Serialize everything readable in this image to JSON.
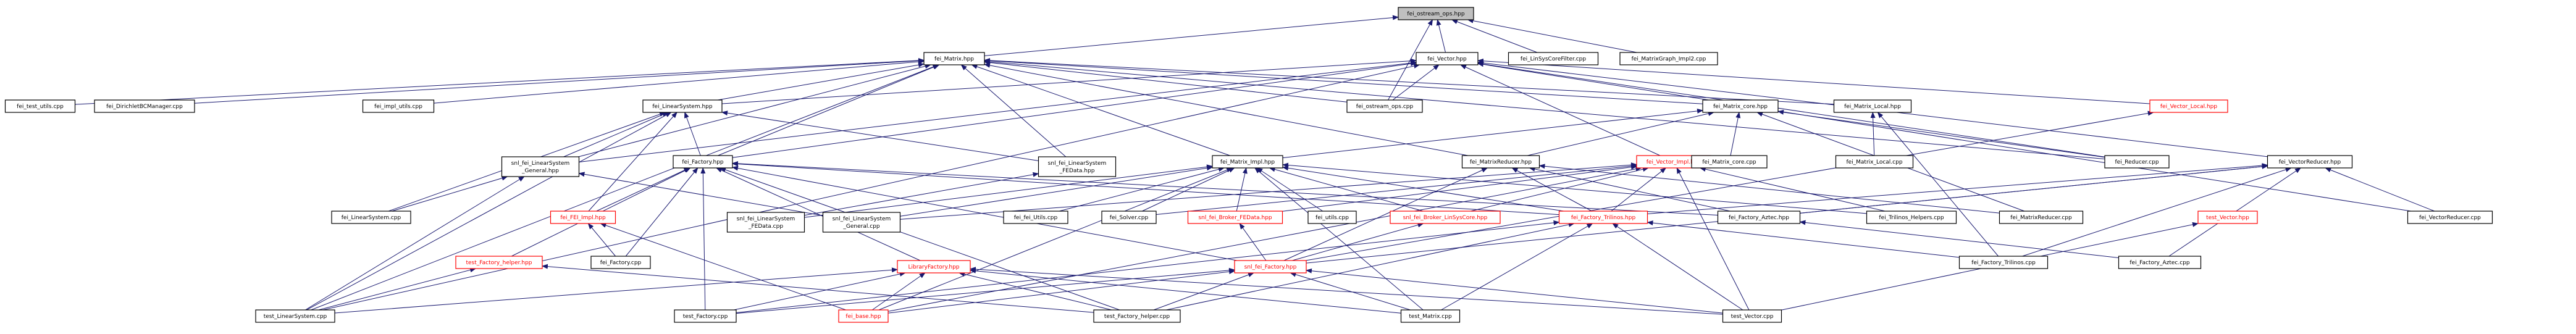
{
  "graph": {
    "nodes": [
      {
        "id": "fei_ostream_ops_hpp",
        "lines": [
          "fei_ostream_ops.hpp"
        ],
        "root": true
      },
      {
        "id": "fei_Matrix_hpp",
        "lines": [
          "fei_Matrix.hpp"
        ]
      },
      {
        "id": "fei_Vector_hpp",
        "lines": [
          "fei_Vector.hpp"
        ]
      },
      {
        "id": "fei_LinSysCoreFilter_cpp",
        "lines": [
          "fei_LinSysCoreFilter.cpp"
        ]
      },
      {
        "id": "fei_MatrixGraph_Impl2_cpp",
        "lines": [
          "fei_MatrixGraph_Impl2.cpp"
        ]
      },
      {
        "id": "fei_test_utils_cpp",
        "lines": [
          "fei_test_utils.cpp"
        ]
      },
      {
        "id": "fei_DirichletBCManager_cpp",
        "lines": [
          "fei_DirichletBCManager.cpp"
        ]
      },
      {
        "id": "fei_impl_utils_cpp",
        "lines": [
          "fei_impl_utils.cpp"
        ]
      },
      {
        "id": "fei_LinearSystem_hpp",
        "lines": [
          "fei_LinearSystem.hpp"
        ]
      },
      {
        "id": "fei_ostream_ops_cpp",
        "lines": [
          "fei_ostream_ops.cpp"
        ]
      },
      {
        "id": "fei_Matrix_core_hpp",
        "lines": [
          "fei_Matrix_core.hpp"
        ]
      },
      {
        "id": "fei_Matrix_Local_hpp",
        "lines": [
          "fei_Matrix_Local.hpp"
        ]
      },
      {
        "id": "fei_Vector_Local_hpp",
        "lines": [
          "fei_Vector_Local.hpp"
        ],
        "red": true
      },
      {
        "id": "snl_fei_LinearSystem_General_hpp",
        "lines": [
          "snl_fei_LinearSystem",
          "_General.hpp"
        ]
      },
      {
        "id": "fei_Factory_hpp",
        "lines": [
          "fei_Factory.hpp"
        ]
      },
      {
        "id": "snl_fei_LinearSystem_FEData_hpp",
        "lines": [
          "snl_fei_LinearSystem",
          "_FEData.hpp"
        ]
      },
      {
        "id": "fei_Matrix_Impl_hpp",
        "lines": [
          "fei_Matrix_Impl.hpp"
        ]
      },
      {
        "id": "fei_MatrixReducer_hpp",
        "lines": [
          "fei_MatrixReducer.hpp"
        ]
      },
      {
        "id": "fei_Vector_Impl_hpp",
        "lines": [
          "fei_Vector_Impl.hpp"
        ],
        "red": true
      },
      {
        "id": "fei_Matrix_core_cpp",
        "lines": [
          "fei_Matrix_core.cpp"
        ]
      },
      {
        "id": "fei_Matrix_Local_cpp",
        "lines": [
          "fei_Matrix_Local.cpp"
        ]
      },
      {
        "id": "fei_Reducer_cpp",
        "lines": [
          "fei_Reducer.cpp"
        ]
      },
      {
        "id": "fei_VectorReducer_hpp",
        "lines": [
          "fei_VectorReducer.hpp"
        ]
      },
      {
        "id": "fei_LinearSystem_cpp",
        "lines": [
          "fei_LinearSystem.cpp"
        ]
      },
      {
        "id": "fei_FEI_Impl_hpp",
        "lines": [
          "fei_FEI_Impl.hpp"
        ],
        "red": true
      },
      {
        "id": "snl_fei_LinearSystem_FEData_cpp",
        "lines": [
          "snl_fei_LinearSystem",
          "_FEData.cpp"
        ]
      },
      {
        "id": "snl_fei_LinearSystem_General_cpp",
        "lines": [
          "snl_fei_LinearSystem",
          "_General.cpp"
        ]
      },
      {
        "id": "fei_fei_Utils_cpp",
        "lines": [
          "fei_fei_Utils.cpp"
        ]
      },
      {
        "id": "fei_Solver_cpp",
        "lines": [
          "fei_Solver.cpp"
        ]
      },
      {
        "id": "snl_fei_Broker_FEData_hpp",
        "lines": [
          "snl_fei_Broker_FEData.hpp"
        ],
        "red": true
      },
      {
        "id": "fei_utils_cpp",
        "lines": [
          "fei_utils.cpp"
        ]
      },
      {
        "id": "snl_fei_Broker_LinSysCore_hpp",
        "lines": [
          "snl_fei_Broker_LinSysCore.hpp"
        ],
        "red": true
      },
      {
        "id": "fei_Factory_Trilinos_hpp",
        "lines": [
          "fei_Factory_Trilinos.hpp"
        ],
        "red": true
      },
      {
        "id": "fei_Factory_Aztec_hpp",
        "lines": [
          "fei_Factory_Aztec.hpp"
        ]
      },
      {
        "id": "fei_Trilinos_Helpers_cpp",
        "lines": [
          "fei_Trilinos_Helpers.cpp"
        ]
      },
      {
        "id": "fei_MatrixReducer_cpp",
        "lines": [
          "fei_MatrixReducer.cpp"
        ]
      },
      {
        "id": "test_Vector_hpp",
        "lines": [
          "test_Vector.hpp"
        ],
        "red": true
      },
      {
        "id": "fei_VectorReducer_cpp",
        "lines": [
          "fei_VectorReducer.cpp"
        ]
      },
      {
        "id": "test_Factory_helper_hpp",
        "lines": [
          "test_Factory_helper.hpp"
        ],
        "red": true
      },
      {
        "id": "fei_Factory_cpp",
        "lines": [
          "fei_Factory.cpp"
        ]
      },
      {
        "id": "LibraryFactory_hpp",
        "lines": [
          "LibraryFactory.hpp"
        ],
        "red": true
      },
      {
        "id": "fei_Factory_Trilinos_cpp",
        "lines": [
          "fei_Factory_Trilinos.cpp"
        ]
      },
      {
        "id": "fei_Factory_Aztec_cpp",
        "lines": [
          "fei_Factory_Aztec.cpp"
        ]
      },
      {
        "id": "snl_fei_Factory_hpp",
        "lines": [
          "snl_fei_Factory.hpp"
        ],
        "red": true
      },
      {
        "id": "test_LinearSystem_cpp",
        "lines": [
          "test_LinearSystem.cpp"
        ]
      },
      {
        "id": "test_Factory_cpp",
        "lines": [
          "test_Factory.cpp"
        ]
      },
      {
        "id": "fei_base_hpp",
        "lines": [
          "fei_base.hpp"
        ],
        "red": true
      },
      {
        "id": "test_Factory_helper_cpp",
        "lines": [
          "test_Factory_helper.cpp"
        ]
      },
      {
        "id": "test_Matrix_cpp",
        "lines": [
          "test_Matrix.cpp"
        ]
      },
      {
        "id": "test_Vector_cpp",
        "lines": [
          "test_Vector.cpp"
        ]
      }
    ],
    "edges": [
      [
        "fei_Matrix_hpp",
        "fei_ostream_ops_hpp"
      ],
      [
        "fei_Vector_hpp",
        "fei_ostream_ops_hpp"
      ],
      [
        "fei_LinSysCoreFilter_cpp",
        "fei_ostream_ops_hpp"
      ],
      [
        "fei_MatrixGraph_Impl2_cpp",
        "fei_ostream_ops_hpp"
      ],
      [
        "fei_ostream_ops_cpp",
        "fei_ostream_ops_hpp"
      ],
      [
        "fei_test_utils_cpp",
        "fei_Matrix_hpp"
      ],
      [
        "fei_DirichletBCManager_cpp",
        "fei_Matrix_hpp"
      ],
      [
        "fei_impl_utils_cpp",
        "fei_Matrix_hpp"
      ],
      [
        "fei_LinearSystem_hpp",
        "fei_Matrix_hpp"
      ],
      [
        "fei_ostream_ops_cpp",
        "fei_Matrix_hpp"
      ],
      [
        "fei_Matrix_core_hpp",
        "fei_Matrix_hpp"
      ],
      [
        "fei_Matrix_Local_hpp",
        "fei_Matrix_hpp"
      ],
      [
        "snl_fei_LinearSystem_General_hpp",
        "fei_Matrix_hpp"
      ],
      [
        "fei_Factory_hpp",
        "fei_Matrix_hpp"
      ],
      [
        "snl_fei_LinearSystem_FEData_hpp",
        "fei_Matrix_hpp"
      ],
      [
        "fei_Matrix_Impl_hpp",
        "fei_Matrix_hpp"
      ],
      [
        "fei_MatrixReducer_hpp",
        "fei_Matrix_hpp"
      ],
      [
        "fei_Reducer_cpp",
        "fei_Matrix_hpp"
      ],
      [
        "test_LinearSystem_cpp",
        "fei_Matrix_hpp"
      ],
      [
        "fei_LinearSystem_hpp",
        "fei_Vector_hpp"
      ],
      [
        "fei_ostream_ops_cpp",
        "fei_Vector_hpp"
      ],
      [
        "fei_Vector_Local_hpp",
        "fei_Vector_hpp"
      ],
      [
        "snl_fei_LinearSystem_General_hpp",
        "fei_Vector_hpp"
      ],
      [
        "fei_Factory_hpp",
        "fei_Vector_hpp"
      ],
      [
        "fei_Vector_Impl_hpp",
        "fei_Vector_hpp"
      ],
      [
        "fei_VectorReducer_hpp",
        "fei_Vector_hpp"
      ],
      [
        "fei_Reducer_cpp",
        "fei_Vector_hpp"
      ],
      [
        "fei_VectorReducer_cpp",
        "fei_Vector_hpp"
      ],
      [
        "test_LinearSystem_cpp",
        "fei_Vector_hpp"
      ],
      [
        "snl_fei_LinearSystem_General_hpp",
        "fei_LinearSystem_hpp"
      ],
      [
        "fei_Factory_hpp",
        "fei_LinearSystem_hpp"
      ],
      [
        "snl_fei_LinearSystem_FEData_hpp",
        "fei_LinearSystem_hpp"
      ],
      [
        "fei_LinearSystem_cpp",
        "fei_LinearSystem_hpp"
      ],
      [
        "fei_FEI_Impl_hpp",
        "fei_LinearSystem_hpp"
      ],
      [
        "test_LinearSystem_cpp",
        "fei_LinearSystem_hpp"
      ],
      [
        "fei_Matrix_Impl_hpp",
        "fei_Matrix_core_hpp"
      ],
      [
        "fei_MatrixReducer_hpp",
        "fei_Matrix_core_hpp"
      ],
      [
        "fei_Matrix_core_cpp",
        "fei_Matrix_core_hpp"
      ],
      [
        "fei_Reducer_cpp",
        "fei_Matrix_core_hpp"
      ],
      [
        "fei_MatrixReducer_cpp",
        "fei_Matrix_core_hpp"
      ],
      [
        "fei_Matrix_Local_cpp",
        "fei_Matrix_Local_hpp"
      ],
      [
        "fei_Factory_Trilinos_cpp",
        "fei_Matrix_Local_hpp"
      ],
      [
        "snl_fei_Factory_hpp",
        "fei_Vector_Local_hpp"
      ],
      [
        "fei_LinearSystem_cpp",
        "snl_fei_LinearSystem_General_hpp"
      ],
      [
        "snl_fei_LinearSystem_General_cpp",
        "snl_fei_LinearSystem_General_hpp"
      ],
      [
        "test_LinearSystem_cpp",
        "snl_fei_LinearSystem_General_hpp"
      ],
      [
        "fei_FEI_Impl_hpp",
        "fei_Factory_hpp"
      ],
      [
        "fei_Factory_cpp",
        "fei_Factory_hpp"
      ],
      [
        "test_Factory_helper_hpp",
        "fei_Factory_hpp"
      ],
      [
        "LibraryFactory_hpp",
        "fei_Factory_hpp"
      ],
      [
        "fei_Factory_Trilinos_hpp",
        "fei_Factory_hpp"
      ],
      [
        "fei_Factory_Aztec_hpp",
        "fei_Factory_hpp"
      ],
      [
        "snl_fei_Factory_hpp",
        "fei_Factory_hpp"
      ],
      [
        "test_Factory_cpp",
        "fei_Factory_hpp"
      ],
      [
        "test_Factory_helper_cpp",
        "fei_Factory_hpp"
      ],
      [
        "snl_fei_LinearSystem_FEData_cpp",
        "snl_fei_LinearSystem_FEData_hpp"
      ],
      [
        "snl_fei_LinearSystem_FEData_cpp",
        "fei_Matrix_Impl_hpp"
      ],
      [
        "snl_fei_LinearSystem_General_cpp",
        "fei_Matrix_Impl_hpp"
      ],
      [
        "fei_fei_Utils_cpp",
        "fei_Matrix_Impl_hpp"
      ],
      [
        "fei_Solver_cpp",
        "fei_Matrix_Impl_hpp"
      ],
      [
        "snl_fei_Broker_FEData_hpp",
        "fei_Matrix_Impl_hpp"
      ],
      [
        "fei_utils_cpp",
        "fei_Matrix_Impl_hpp"
      ],
      [
        "snl_fei_Broker_LinSysCore_hpp",
        "fei_Matrix_Impl_hpp"
      ],
      [
        "fei_Factory_Trilinos_hpp",
        "fei_Matrix_Impl_hpp"
      ],
      [
        "fei_Trilinos_Helpers_cpp",
        "fei_Matrix_Impl_hpp"
      ],
      [
        "fei_base_hpp",
        "fei_Matrix_Impl_hpp"
      ],
      [
        "test_Matrix_cpp",
        "fei_Matrix_Impl_hpp"
      ],
      [
        "fei_MatrixReducer_cpp",
        "fei_MatrixReducer_hpp"
      ],
      [
        "fei_Factory_Trilinos_hpp",
        "fei_MatrixReducer_hpp"
      ],
      [
        "fei_Factory_Aztec_hpp",
        "fei_MatrixReducer_hpp"
      ],
      [
        "snl_fei_Factory_hpp",
        "fei_MatrixReducer_hpp"
      ],
      [
        "snl_fei_LinearSystem_General_cpp",
        "fei_Vector_Impl_hpp"
      ],
      [
        "fei_Solver_cpp",
        "fei_Vector_Impl_hpp"
      ],
      [
        "snl_fei_Broker_FEData_hpp",
        "fei_Vector_Impl_hpp"
      ],
      [
        "snl_fei_Broker_LinSysCore_hpp",
        "fei_Vector_Impl_hpp"
      ],
      [
        "fei_Factory_Trilinos_hpp",
        "fei_Vector_Impl_hpp"
      ],
      [
        "fei_Trilinos_Helpers_cpp",
        "fei_Vector_Impl_hpp"
      ],
      [
        "fei_base_hpp",
        "fei_Vector_Impl_hpp"
      ],
      [
        "test_Vector_cpp",
        "fei_Vector_Impl_hpp"
      ],
      [
        "fei_VectorReducer_cpp",
        "fei_VectorReducer_hpp"
      ],
      [
        "fei_Factory_Trilinos_hpp",
        "fei_VectorReducer_hpp"
      ],
      [
        "fei_Factory_Aztec_hpp",
        "fei_VectorReducer_hpp"
      ],
      [
        "snl_fei_Factory_hpp",
        "fei_VectorReducer_hpp"
      ],
      [
        "fei_Factory_Trilinos_cpp",
        "fei_VectorReducer_hpp"
      ],
      [
        "fei_Factory_Aztec_cpp",
        "fei_VectorReducer_hpp"
      ],
      [
        "fei_Factory_cpp",
        "fei_FEI_Impl_hpp"
      ],
      [
        "fei_base_hpp",
        "fei_FEI_Impl_hpp"
      ],
      [
        "snl_fei_Factory_hpp",
        "snl_fei_Broker_FEData_hpp"
      ],
      [
        "snl_fei_Factory_hpp",
        "snl_fei_Broker_LinSysCore_hpp"
      ],
      [
        "fei_Factory_Trilinos_cpp",
        "fei_Factory_Trilinos_hpp"
      ],
      [
        "test_Factory_cpp",
        "fei_Factory_Trilinos_hpp"
      ],
      [
        "test_Factory_helper_cpp",
        "fei_Factory_Trilinos_hpp"
      ],
      [
        "test_Matrix_cpp",
        "fei_Factory_Trilinos_hpp"
      ],
      [
        "test_Vector_cpp",
        "fei_Factory_Trilinos_hpp"
      ],
      [
        "fei_Factory_Aztec_cpp",
        "fei_Factory_Aztec_hpp"
      ],
      [
        "test_Vector_cpp",
        "test_Vector_hpp"
      ],
      [
        "test_LinearSystem_cpp",
        "test_Factory_helper_hpp"
      ],
      [
        "test_Factory_helper_cpp",
        "test_Factory_helper_hpp"
      ],
      [
        "test_LinearSystem_cpp",
        "LibraryFactory_hpp"
      ],
      [
        "test_Factory_cpp",
        "LibraryFactory_hpp"
      ],
      [
        "fei_base_hpp",
        "LibraryFactory_hpp"
      ],
      [
        "test_Factory_helper_cpp",
        "LibraryFactory_hpp"
      ],
      [
        "test_Matrix_cpp",
        "LibraryFactory_hpp"
      ],
      [
        "test_Vector_cpp",
        "LibraryFactory_hpp"
      ],
      [
        "test_Factory_cpp",
        "snl_fei_Factory_hpp"
      ],
      [
        "fei_base_hpp",
        "snl_fei_Factory_hpp"
      ],
      [
        "test_Factory_helper_cpp",
        "snl_fei_Factory_hpp"
      ],
      [
        "test_Matrix_cpp",
        "snl_fei_Factory_hpp"
      ],
      [
        "test_Vector_cpp",
        "snl_fei_Factory_hpp"
      ]
    ]
  }
}
